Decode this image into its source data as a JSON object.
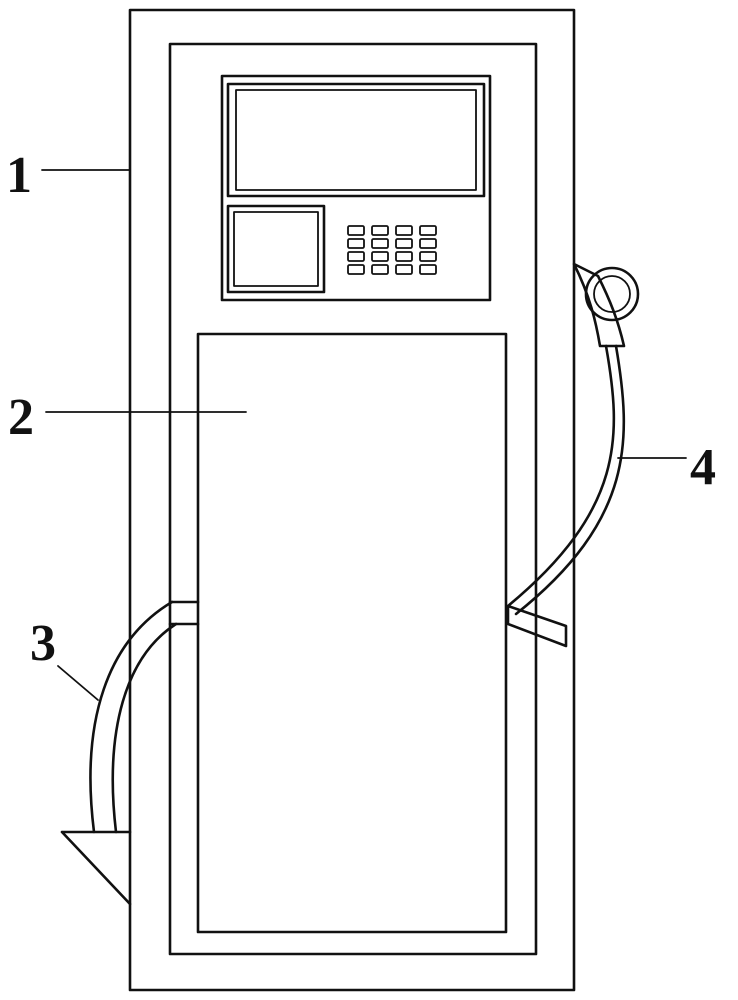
{
  "labels": {
    "part1": "1",
    "part2": "2",
    "part3": "3",
    "part4": "4"
  },
  "colors": {
    "stroke": "#111111",
    "background": "#ffffff"
  }
}
